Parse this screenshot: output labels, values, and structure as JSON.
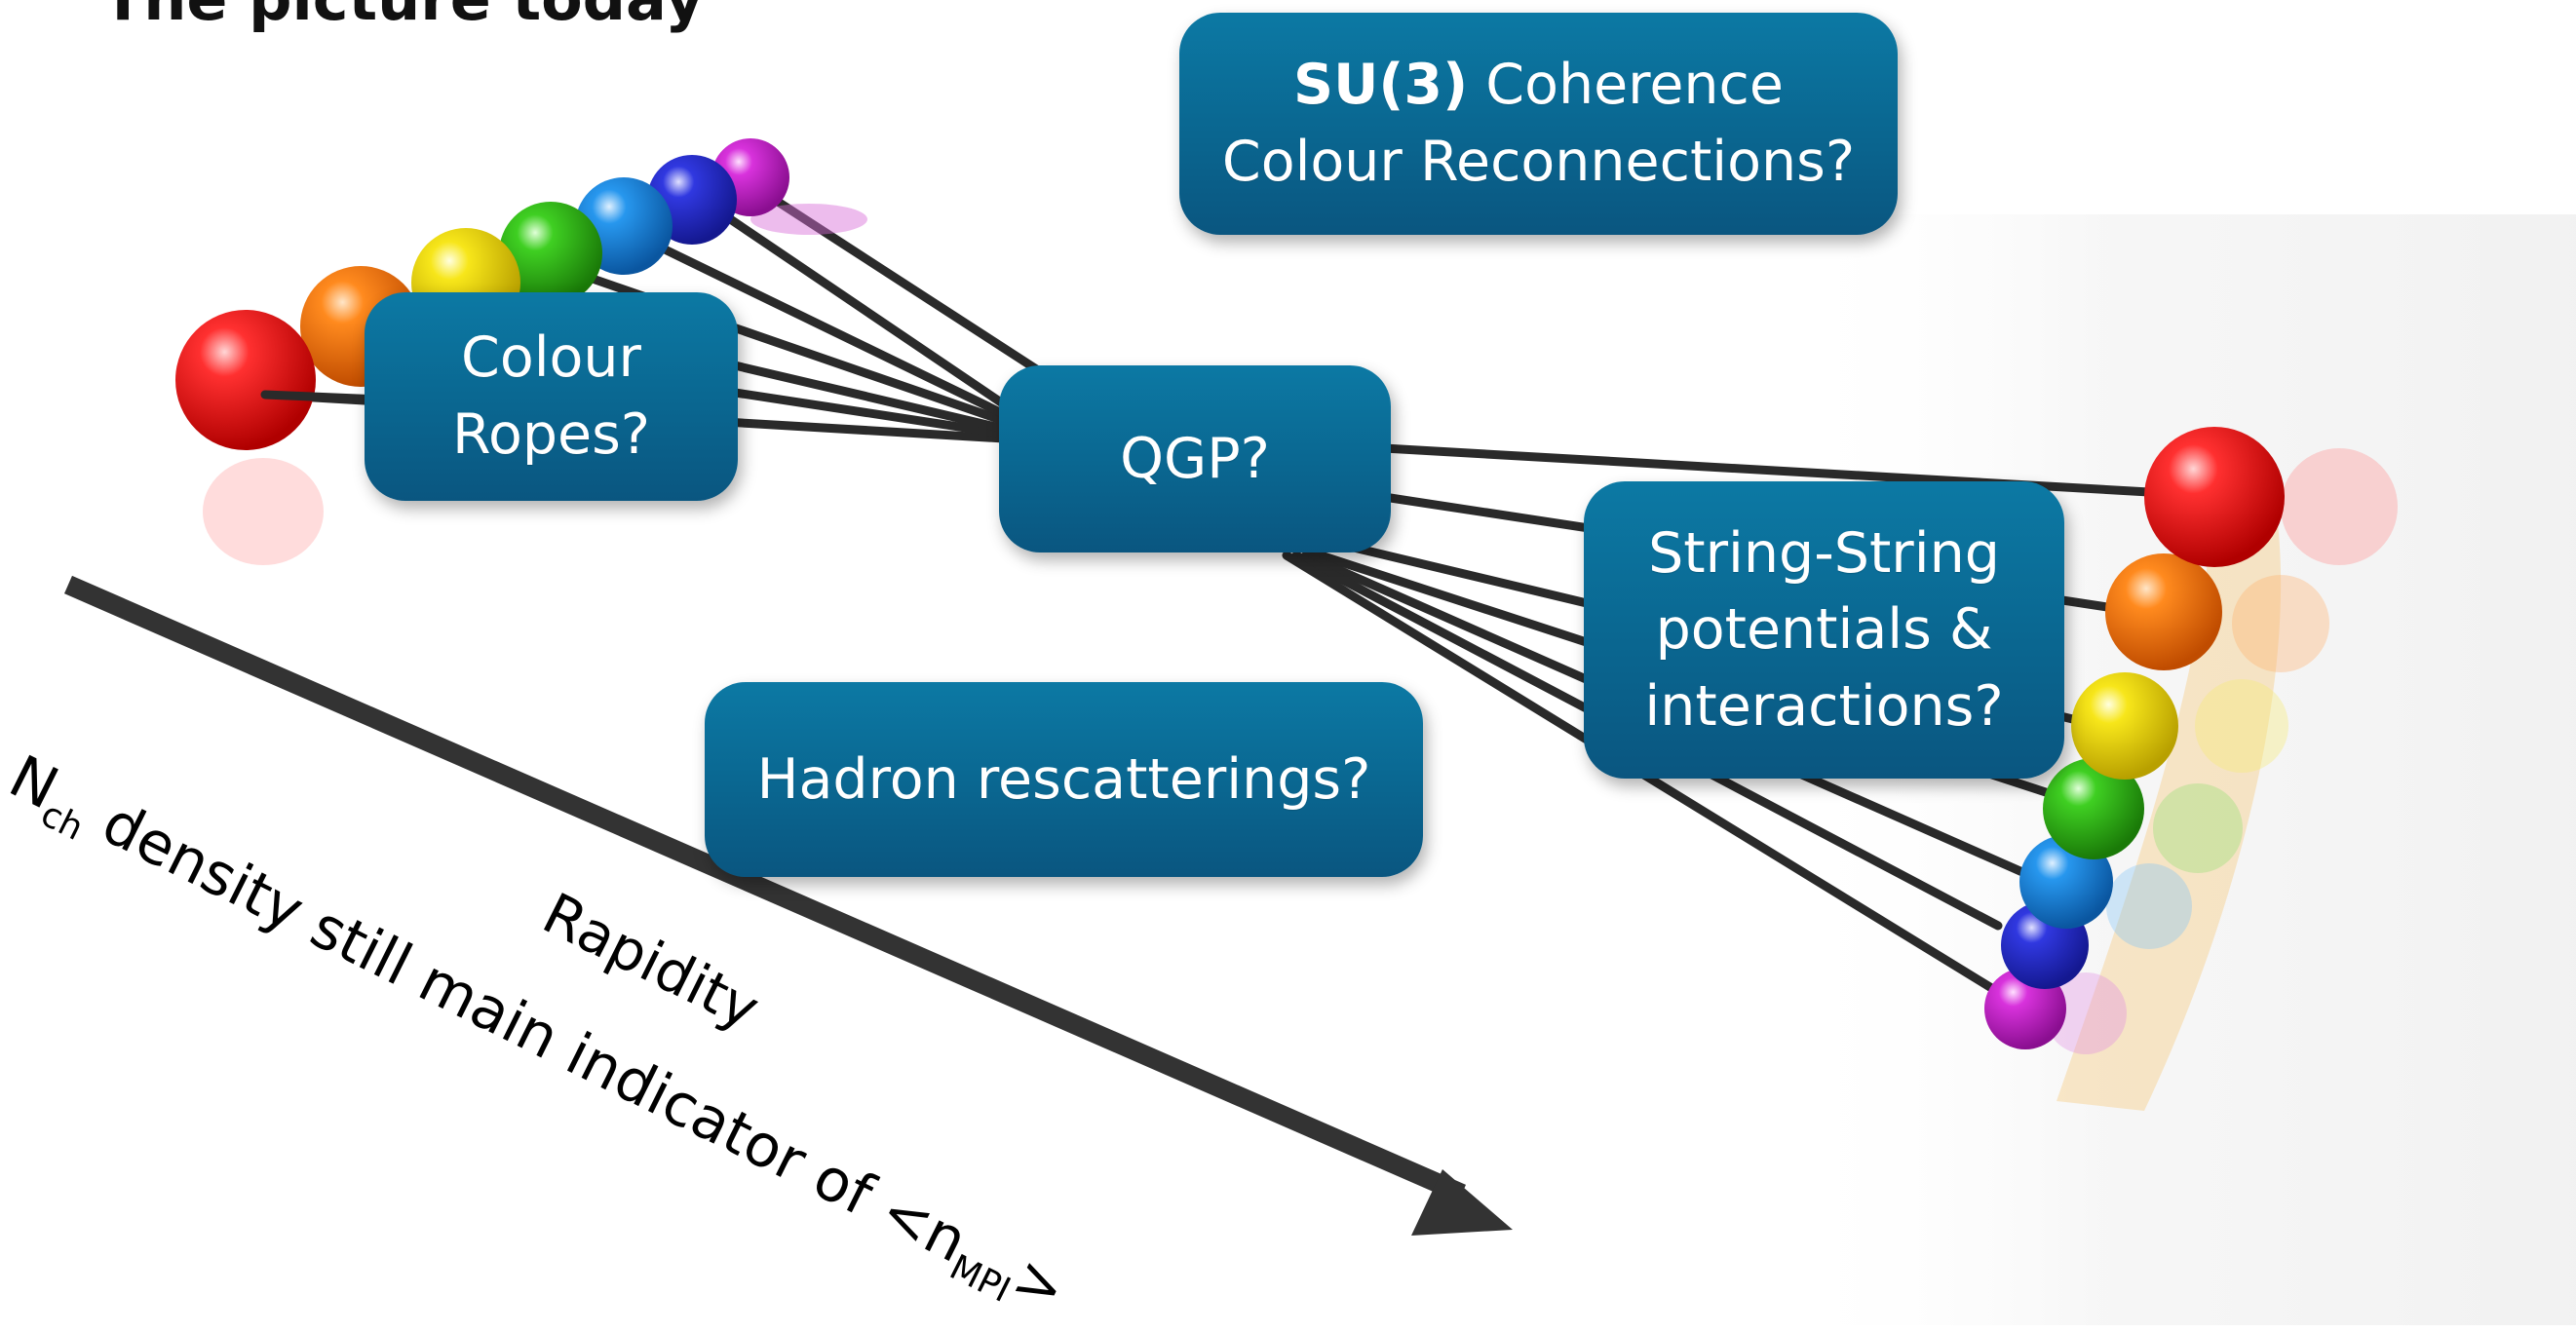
{
  "title": "The picture today",
  "boxes": {
    "su3": {
      "bold": "SU(3)",
      "line1_rest": " Coherence",
      "line2": "Colour Reconnections?"
    },
    "ropes": {
      "line1": "Colour",
      "line2": "Ropes?"
    },
    "qgp": {
      "line1": "QGP?"
    },
    "string": {
      "line1": "String-String",
      "line2": "potentials &",
      "line3": "interactions?"
    },
    "hadron": {
      "line1": "Hadron rescatterings?"
    }
  },
  "arrow_label": "Rapidity",
  "bottom_label": {
    "n": "N",
    "ch": "ch",
    "text": " density still main indicator of <n",
    "mpi": "MPI",
    "close": ">"
  },
  "colors": {
    "box": "#0a6690",
    "arrow": "#333333",
    "spectrum": [
      "#e41616",
      "#ff7a10",
      "#f7e00f",
      "#33c41a",
      "#1e8fe6",
      "#2a2fd6",
      "#d22bd8"
    ]
  }
}
